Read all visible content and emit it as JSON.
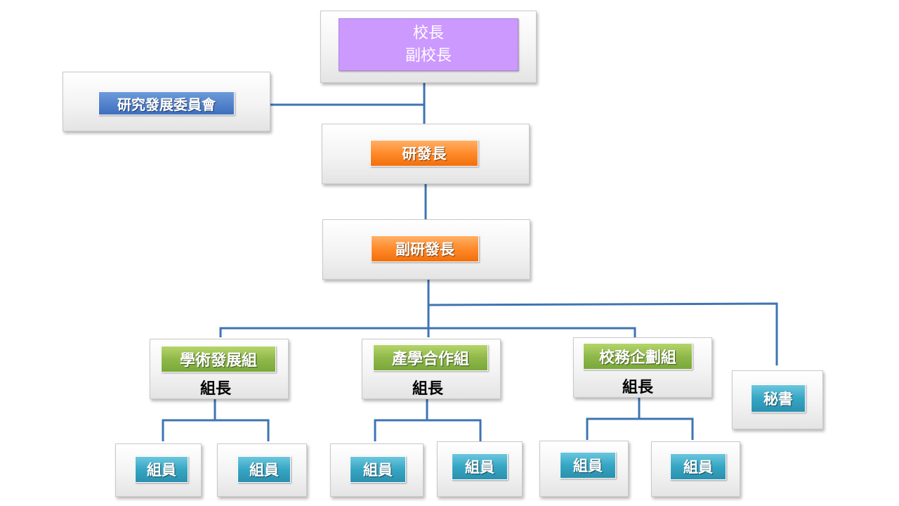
{
  "president": {
    "line1": "校長",
    "line2": "副校長"
  },
  "committee": "研究發展委員會",
  "dean": "研發長",
  "vice_dean": "副研發長",
  "groups": [
    {
      "name": "學術發展組",
      "head": "組長",
      "members": [
        "組員",
        "組員"
      ]
    },
    {
      "name": "產學合作組",
      "head": "組長",
      "members": [
        "組員",
        "組員"
      ]
    },
    {
      "name": "校務企劃組",
      "head": "組長",
      "members": [
        "組員",
        "組員"
      ]
    }
  ],
  "secretary": "秘書",
  "colors": {
    "connector": "#3e74b3",
    "president_fill": "#cc99ff",
    "committee_fill": "#4a7ac8",
    "dean_fill": "#ff8a2a",
    "group_fill": "#8fb84a",
    "member_fill": "#35a6c4"
  }
}
